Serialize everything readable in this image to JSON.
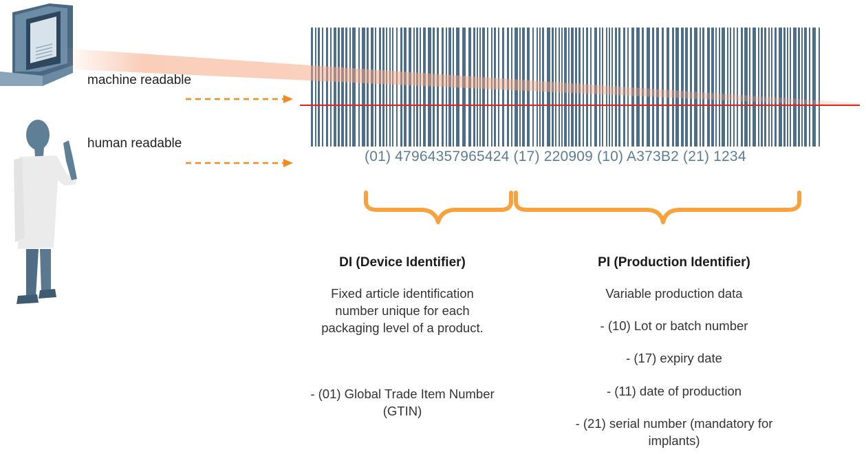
{
  "labels": {
    "machine": "machine readable",
    "human": "human readable"
  },
  "barcode": {
    "human_readable_text": "(01) 47964357965424 (17) 220909 (10) A373B2 (21) 1234"
  },
  "di": {
    "title": "DI (Device Identifier)",
    "description": "Fixed article identification number unique for each packaging level of a product.",
    "item": "- (01) Global Trade Item Number (GTIN)"
  },
  "pi": {
    "title": "PI (Production Identifier)",
    "description": "Variable production data",
    "items": [
      "- (10) Lot or batch number",
      "- (17) expiry date",
      "-  (11) date of production",
      "- (21) serial number (mandatory for implants)"
    ]
  },
  "colors": {
    "bars": "#4d6d88",
    "scan_line": "#e2231a",
    "beam": "#f5a782",
    "arrows": "#f08a24",
    "braces": "#f7a23c",
    "hri_text": "#5b7d97",
    "figure": "#5f7f97",
    "coat": "#ebebeb"
  },
  "icons": {
    "scanner": "barcode-scanner-icon",
    "person": "scientist-icon"
  }
}
